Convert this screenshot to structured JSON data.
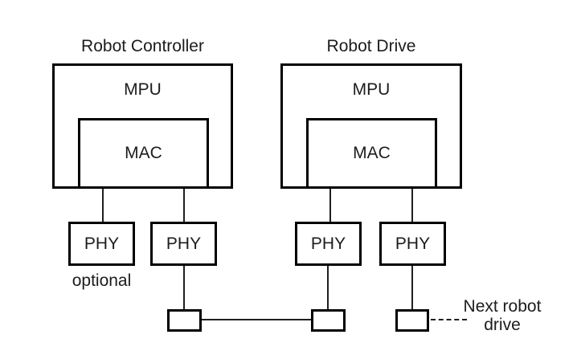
{
  "palette": {
    "background": "#ffffff",
    "stroke": "#000000",
    "text": "#1c1c1c"
  },
  "controller": {
    "title": "Robot Controller",
    "mpu_label": "MPU",
    "mac_label": "MAC",
    "phy_optional_label": "PHY",
    "phy_main_label": "PHY",
    "optional_note": "optional"
  },
  "drive": {
    "title": "Robot Drive",
    "mpu_label": "MPU",
    "mac_label": "MAC",
    "phy_in_label": "PHY",
    "phy_out_label": "PHY"
  },
  "notes": {
    "next_drive": "Next robot drive"
  }
}
